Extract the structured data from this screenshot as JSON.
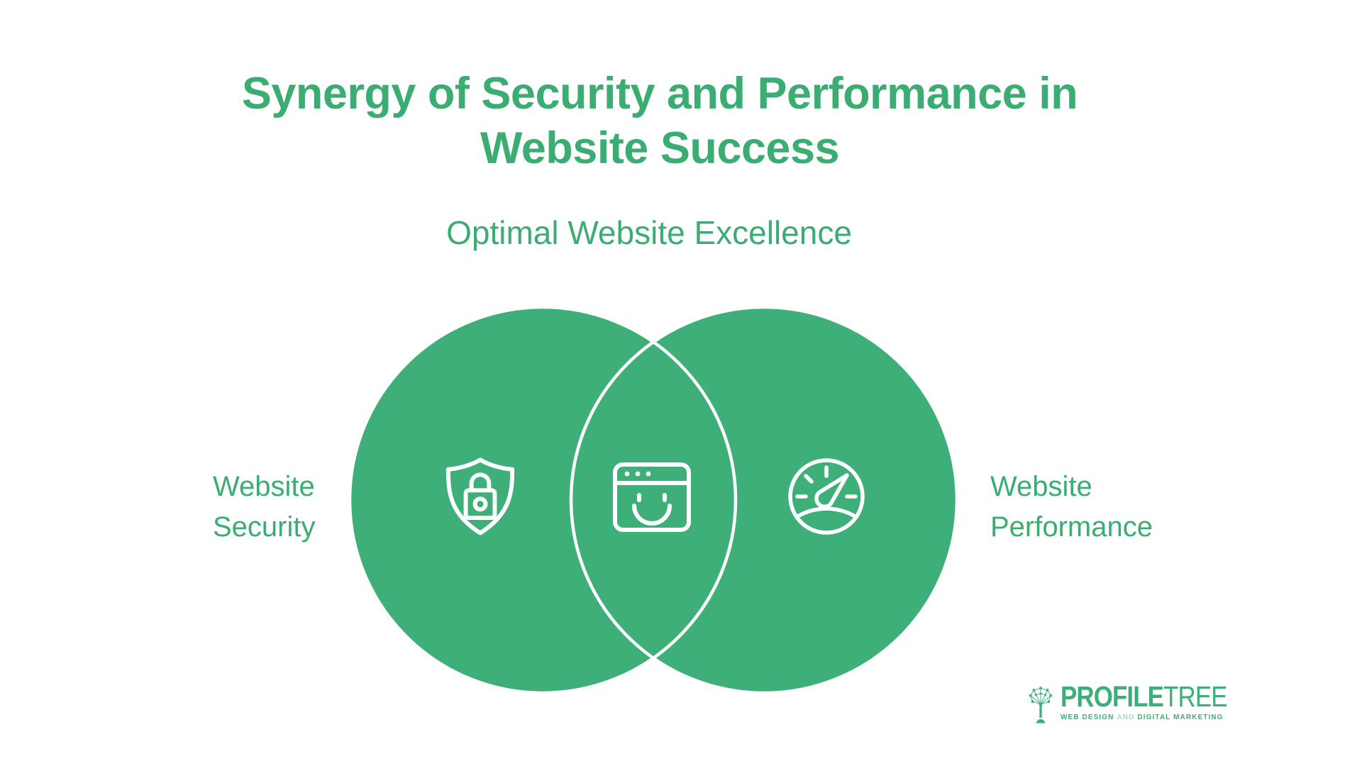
{
  "page": {
    "background_color": "#ffffff"
  },
  "title": {
    "text": "Synergy of Security and Performance in Website Success",
    "color": "#3BAC72"
  },
  "venn": {
    "circle_color": "#3FAF7A",
    "overlap_outline_color": "#ffffff",
    "icon_stroke_color": "#ffffff",
    "center_label": "Optimal Website Excellence",
    "left": {
      "label": "Website Security",
      "icon": "shield-lock-icon"
    },
    "middle": {
      "icon": "browser-smile-icon"
    },
    "right": {
      "label": "Website Performance",
      "icon": "speedometer-icon"
    }
  },
  "footer_logo": {
    "icon": "profiletree-tree-icon",
    "brand_bold": "PROFILE",
    "brand_light": "TREE",
    "tagline_web": "WEB DESIGN",
    "tagline_and": "AND",
    "tagline_marketing": "DIGITAL MARKETING",
    "brand_color": "#3EAE78",
    "tagline_and_color": "#A9D9C2"
  }
}
